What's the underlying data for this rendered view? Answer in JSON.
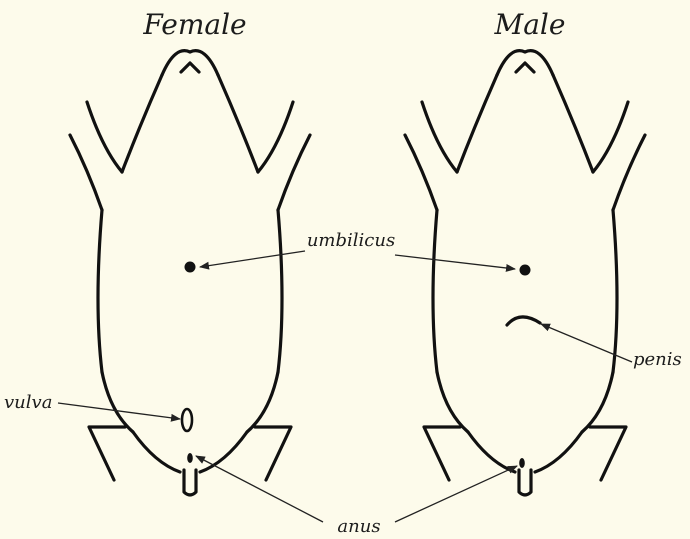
{
  "titles": {
    "female": "Female",
    "male": "Male"
  },
  "labels": {
    "umbilicus": "umbilicus",
    "penis": "penis",
    "vulva": "vulva",
    "anus": "anus"
  }
}
